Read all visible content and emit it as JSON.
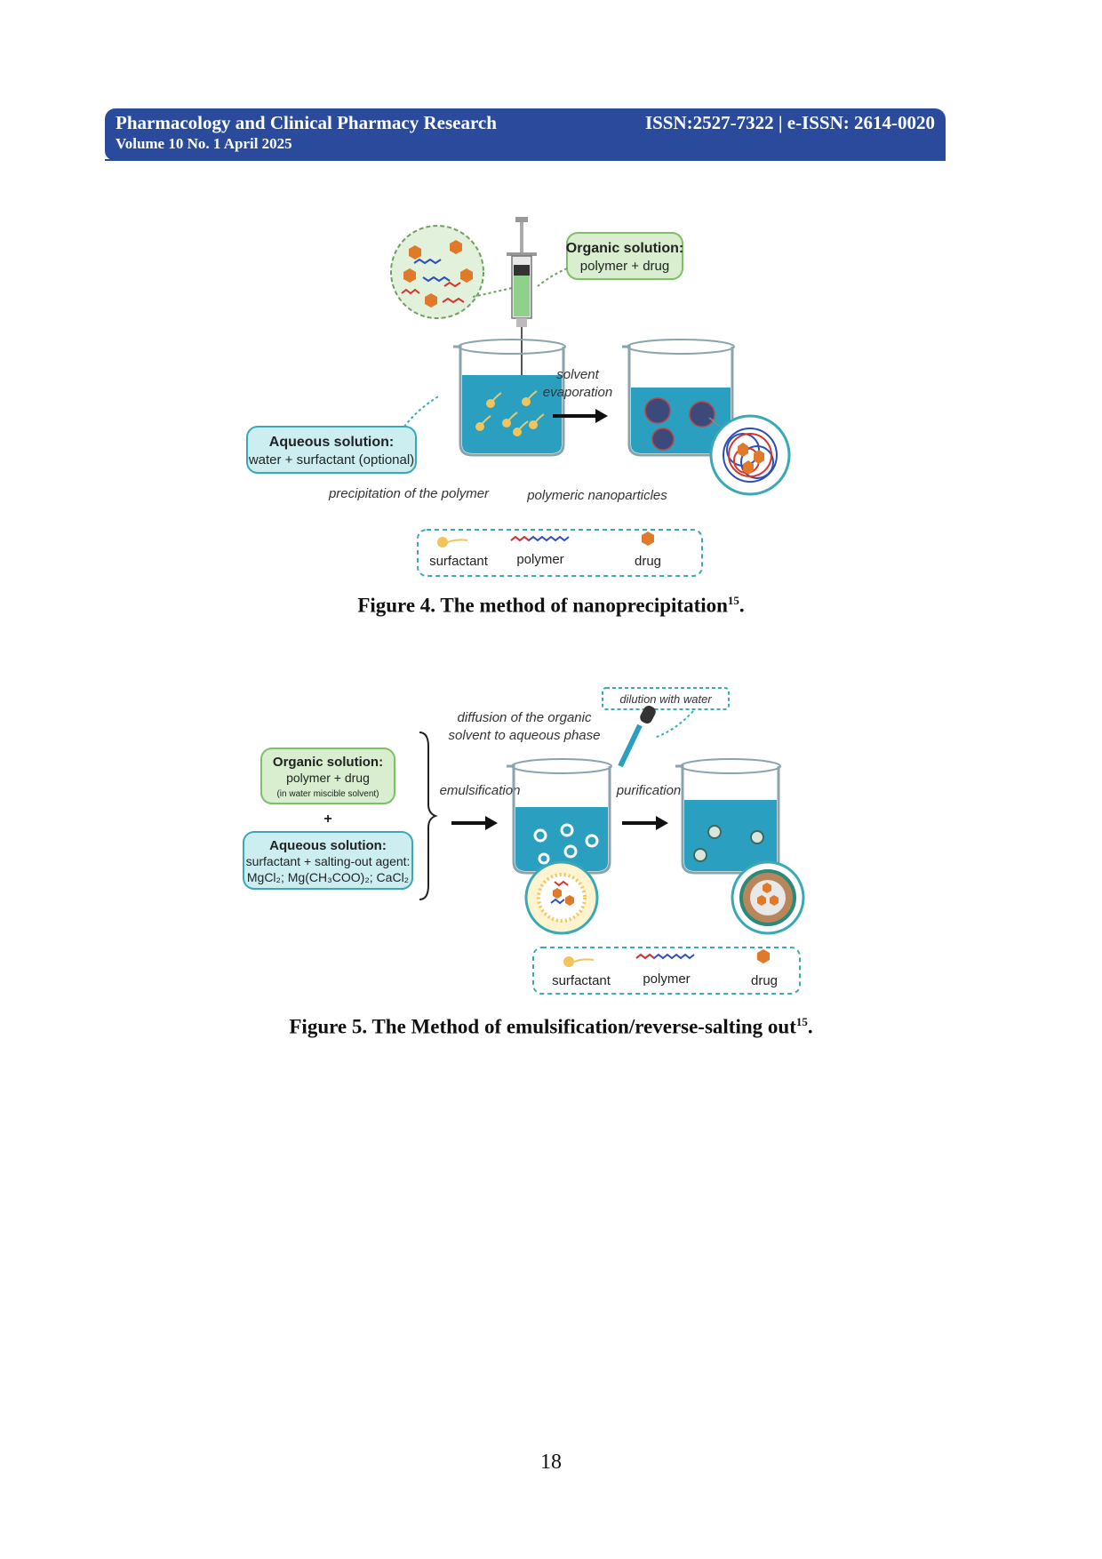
{
  "header": {
    "journal": "Pharmacology and Clinical Pharmacy Research",
    "volume": "Volume 10 No. 1 April 2025",
    "issn": "ISSN:2527-7322 | e-ISSN: 2614-0020"
  },
  "figure4": {
    "organic_title": "Organic solution:",
    "organic_body": "polymer + drug",
    "aqueous_title": "Aqueous solution:",
    "aqueous_body": "water + surfactant (optional)",
    "step_line1": "solvent",
    "step_line2": "evaporation",
    "label_left": "precipitation of the polymer",
    "label_right": "polymeric nanoparticles",
    "legend": [
      "surfactant",
      "polymer",
      "drug"
    ],
    "caption_text": "Figure 4. The method of nanoprecipitation",
    "caption_ref": "15",
    "caption_end": "."
  },
  "figure5": {
    "dilution": "dilution with water",
    "diffusion_line1": "diffusion of the organic",
    "diffusion_line2": "solvent to aqueous phase",
    "organic_title": "Organic solution:",
    "organic_body": "polymer + drug",
    "organic_note": "(in water miscible solvent)",
    "plus": "+",
    "aqueous_title": "Aqueous solution:",
    "aqueous_line1": "surfactant + salting-out agent:",
    "aqueous_line2": "MgCl₂; Mg(CH₃COO)₂; CaCl₂",
    "step1": "emulsification",
    "step2": "purification",
    "legend": [
      "surfactant",
      "polymer",
      "drug"
    ],
    "caption_text": "Figure 5. The Method of emulsification/reverse-salting out",
    "caption_ref": "15",
    "caption_end": "."
  },
  "page_number": "18",
  "colors": {
    "header_bg": "#2a4b9b",
    "organic_box": "#d8eecf",
    "organic_border": "#7fbf6a",
    "aqueous_box": "#cdeef0",
    "aqueous_border": "#3aa9b5",
    "water": "#2a9fc0",
    "drug": "#e07a2a",
    "surfactant": "#f2c45a"
  }
}
